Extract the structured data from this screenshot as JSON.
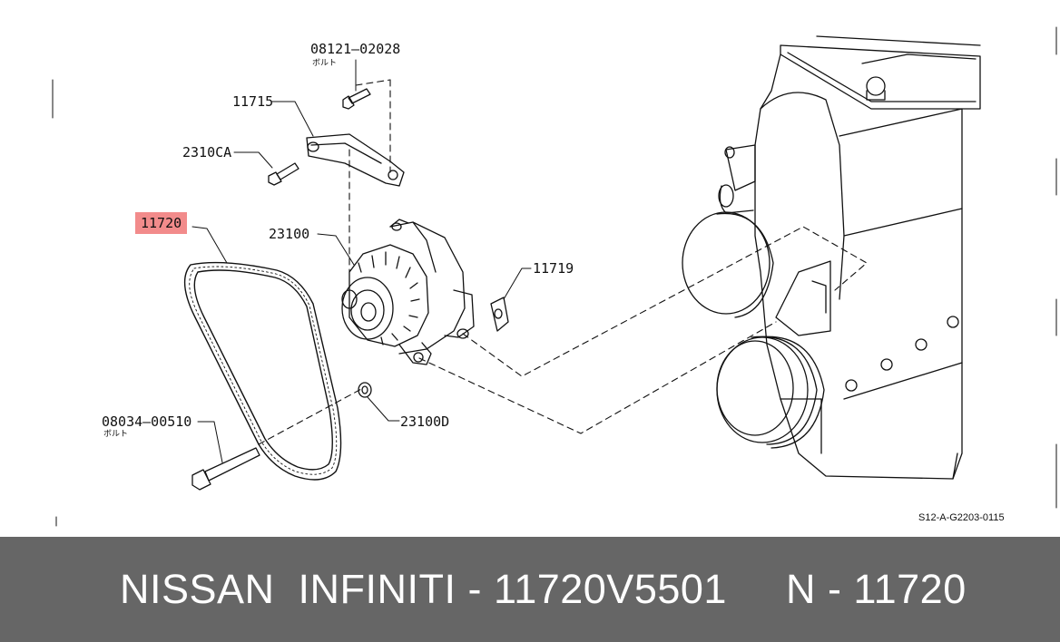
{
  "callouts": {
    "bolt_top": "08121—02028",
    "bolt_top_sub": "ボルト",
    "bracket": "11715",
    "bolt_small": "2310CA",
    "belt": "11720",
    "alternator": "23100",
    "washer_right": "11719",
    "bolt_long": "08034—00510",
    "bolt_long_sub": "ボルト",
    "spacer": "23100D"
  },
  "diagram_code": "S12-A-G2203-0115",
  "footer": {
    "text": "NISSAN  INFINITI - 11720V5501     N - 11720"
  },
  "colors": {
    "highlight": "#f28b8b",
    "footer_bg": "#666666",
    "line": "#111111"
  }
}
